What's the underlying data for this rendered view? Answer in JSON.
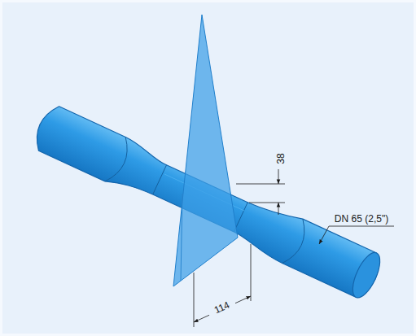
{
  "diagram": {
    "labels": [
      "38",
      "114",
      "DN 65 (2,5\")"
    ]
  }
}
